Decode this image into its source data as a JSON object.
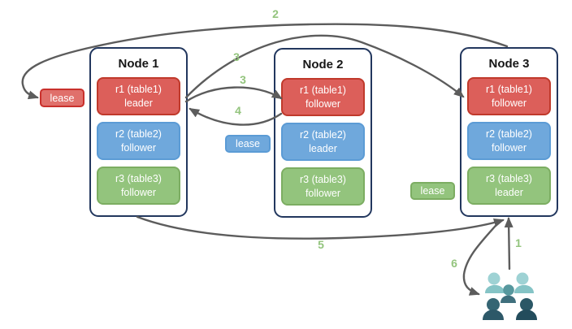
{
  "diagram": {
    "nodes": [
      {
        "title": "Node 1",
        "replicas": [
          {
            "label": "r1 (table1)",
            "role": "leader",
            "color": "red"
          },
          {
            "label": "r2 (table2)",
            "role": "follower",
            "color": "blue"
          },
          {
            "label": "r3 (table3)",
            "role": "follower",
            "color": "green"
          }
        ]
      },
      {
        "title": "Node 2",
        "replicas": [
          {
            "label": "r1 (table1)",
            "role": "follower",
            "color": "red"
          },
          {
            "label": "r2 (table2)",
            "role": "leader",
            "color": "blue"
          },
          {
            "label": "r3 (table3)",
            "role": "follower",
            "color": "green"
          }
        ]
      },
      {
        "title": "Node 3",
        "replicas": [
          {
            "label": "r1 (table1)",
            "role": "follower",
            "color": "red"
          },
          {
            "label": "r2 (table2)",
            "role": "follower",
            "color": "blue"
          },
          {
            "label": "r3 (table3)",
            "role": "leader",
            "color": "green"
          }
        ]
      }
    ],
    "leases": [
      {
        "label": "lease",
        "color": "red"
      },
      {
        "label": "lease",
        "color": "blue"
      },
      {
        "label": "lease",
        "color": "green"
      }
    ],
    "arrow_labels": {
      "step1": "1",
      "step2": "2",
      "step3a": "3",
      "step3b": "3",
      "step4": "4",
      "step5": "5",
      "step6": "6"
    },
    "icons": {
      "users": "users-group-icon"
    },
    "colors": {
      "replica_red": "#dc5f5a",
      "replica_red_border": "#c0392b",
      "replica_blue": "#6fa8dc",
      "replica_blue_border": "#5b9bd5",
      "replica_green": "#93c47d",
      "replica_green_border": "#7cad62",
      "node_border": "#22375e",
      "arrow_gray": "#5c5c5c",
      "step_label_green": "#93c47d",
      "users_light_teal": "#9ed2d4",
      "users_mid_teal": "#57989e",
      "users_dark_teal": "#2d5868"
    }
  }
}
